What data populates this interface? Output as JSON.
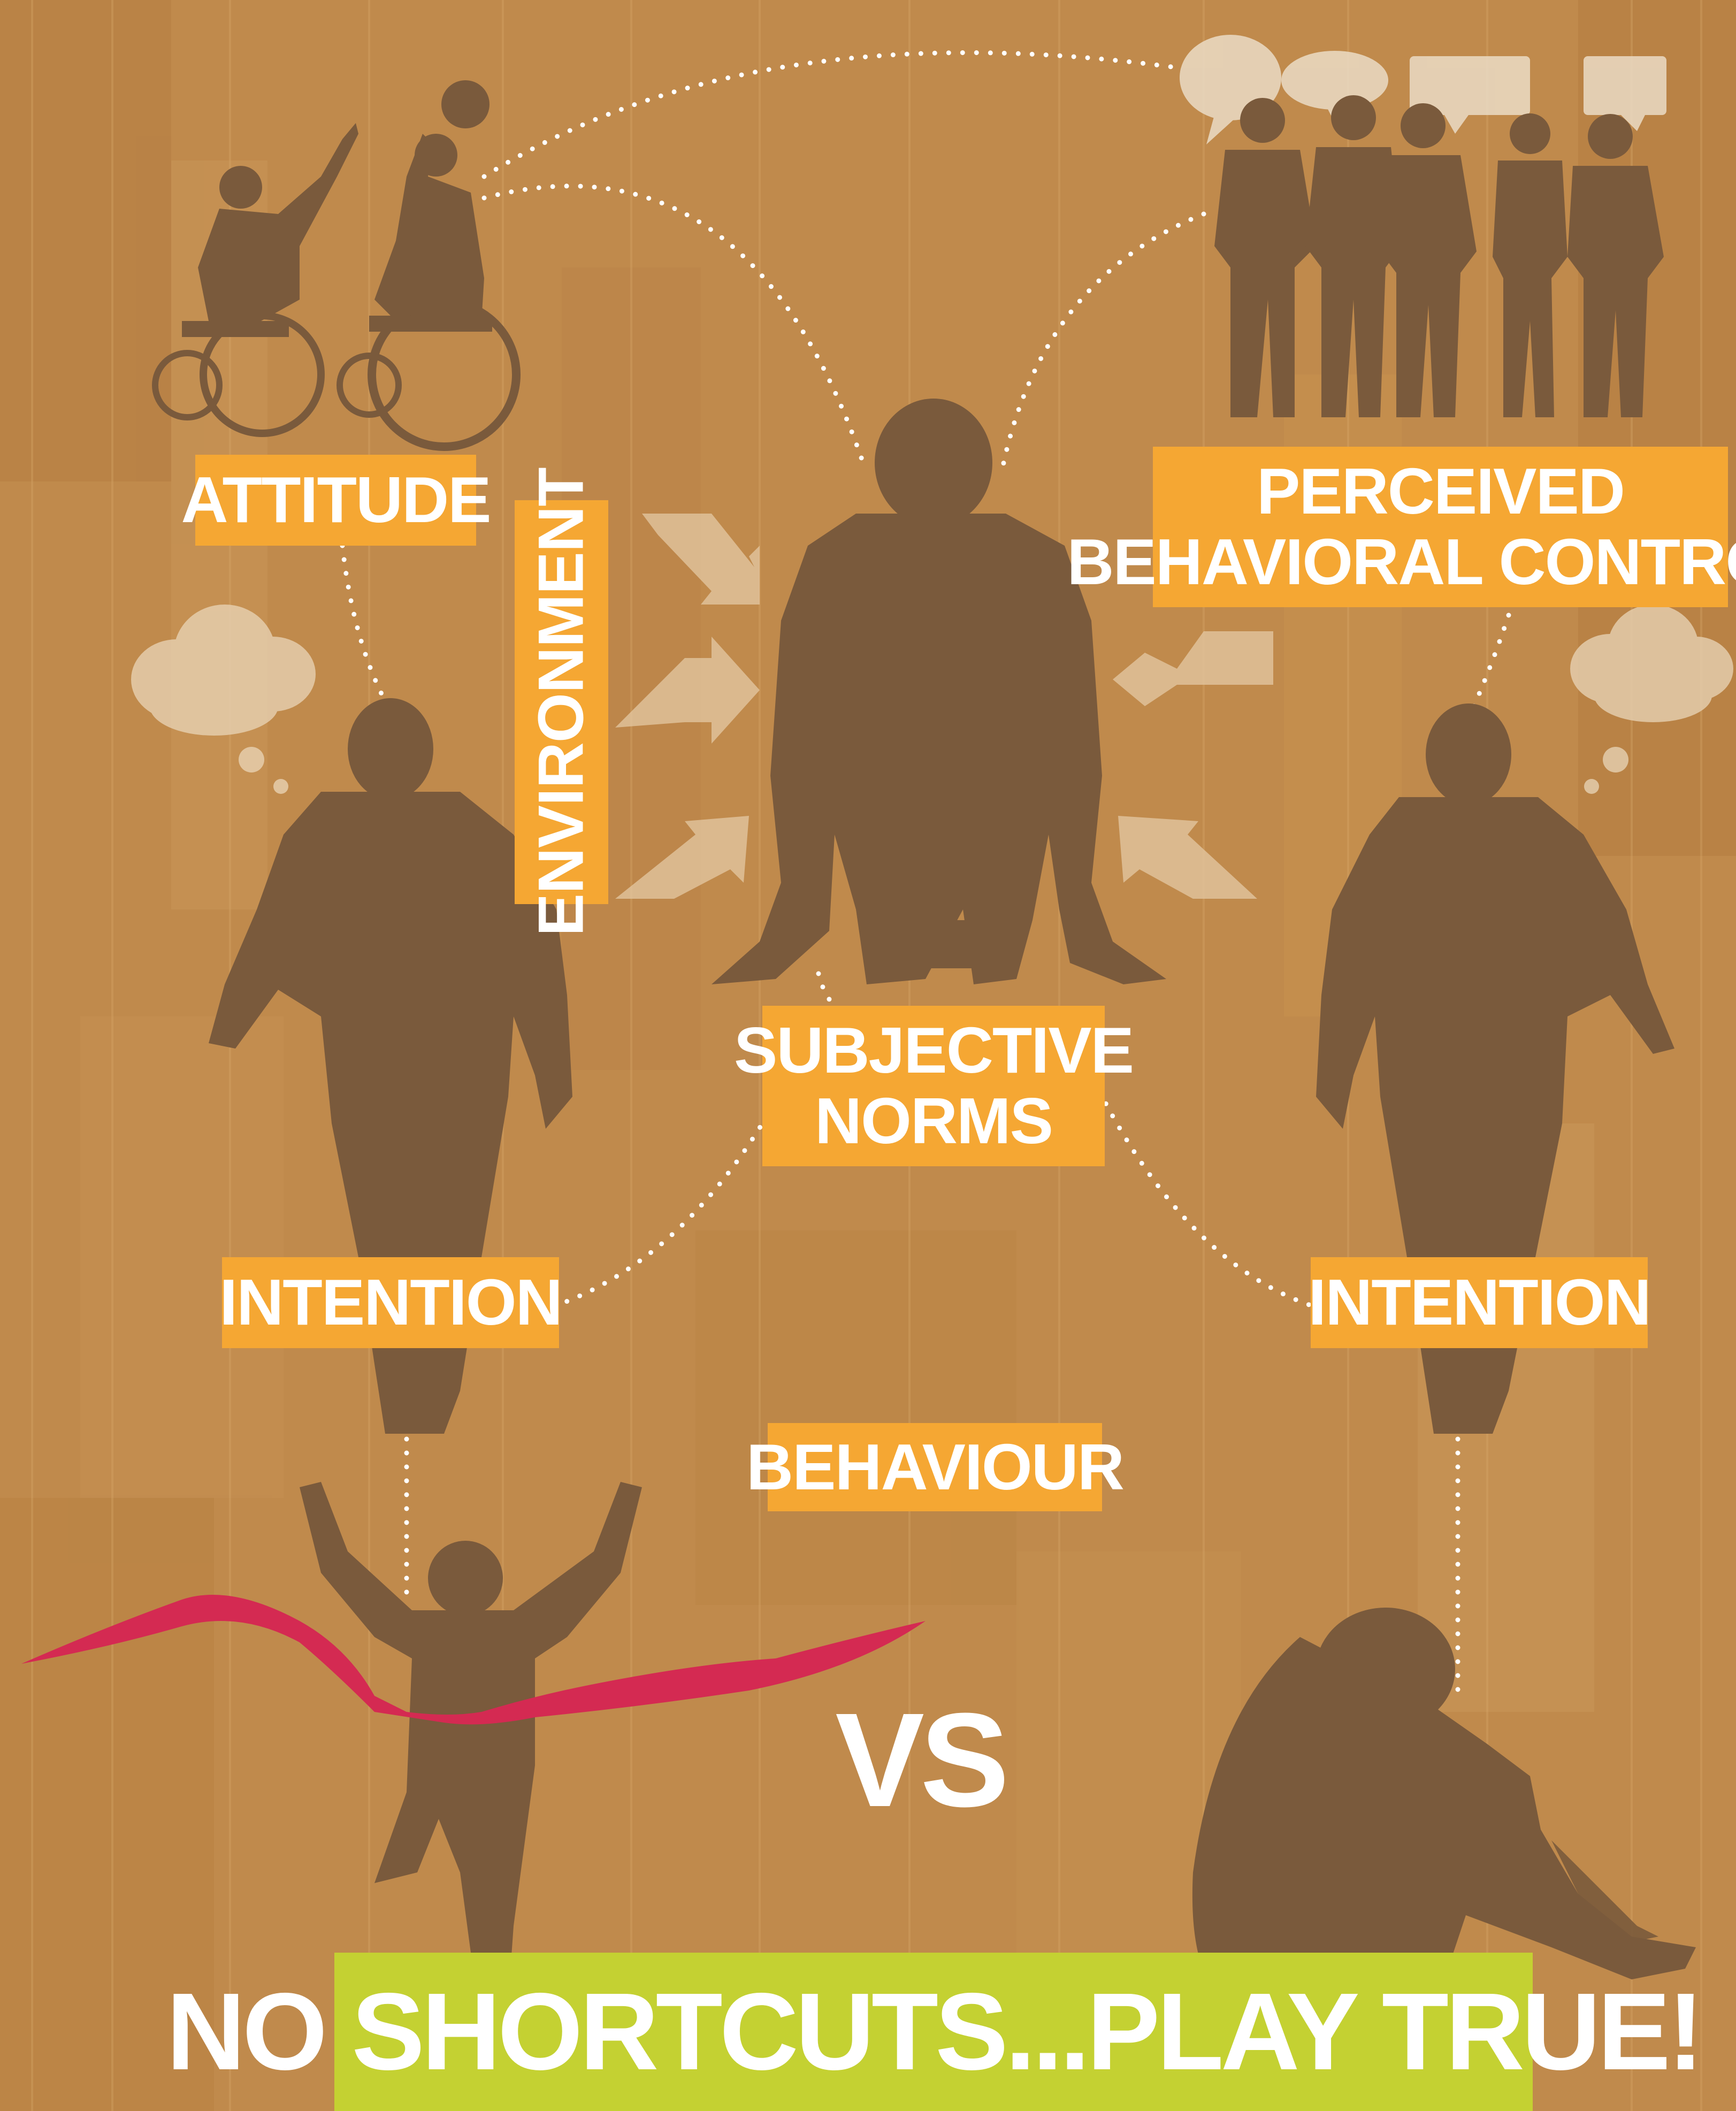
{
  "labels": {
    "attitude": "ATTITUDE",
    "environment": "ENVIRONMENT",
    "pbc_line1": "PERCEIVED",
    "pbc_line2": "BEHAVIORAL CONTROL",
    "subjective_line1": "SUBJECTIVE",
    "subjective_line2": "NORMS",
    "intention_left": "INTENTION",
    "intention_right": "INTENTION",
    "behaviour": "BEHAVIOUR",
    "vs": "VS",
    "banner": "NO SHORTCUTS...PLAY TRUE!"
  },
  "colors": {
    "background": "#c08a4c",
    "label": "#f5a733",
    "silhouette": "#7a5a3c",
    "banner": "#c4d132",
    "ribbon": "#d42a52"
  },
  "icons": [
    "wheelchair-players-icon",
    "business-group-icon",
    "crouching-sprinter-icon",
    "walking-man-icon",
    "winner-runner-icon",
    "sad-sitting-person-icon",
    "thought-cloud-icon",
    "speech-bubble-icon",
    "arrow-icon",
    "finish-ribbon-icon"
  ]
}
